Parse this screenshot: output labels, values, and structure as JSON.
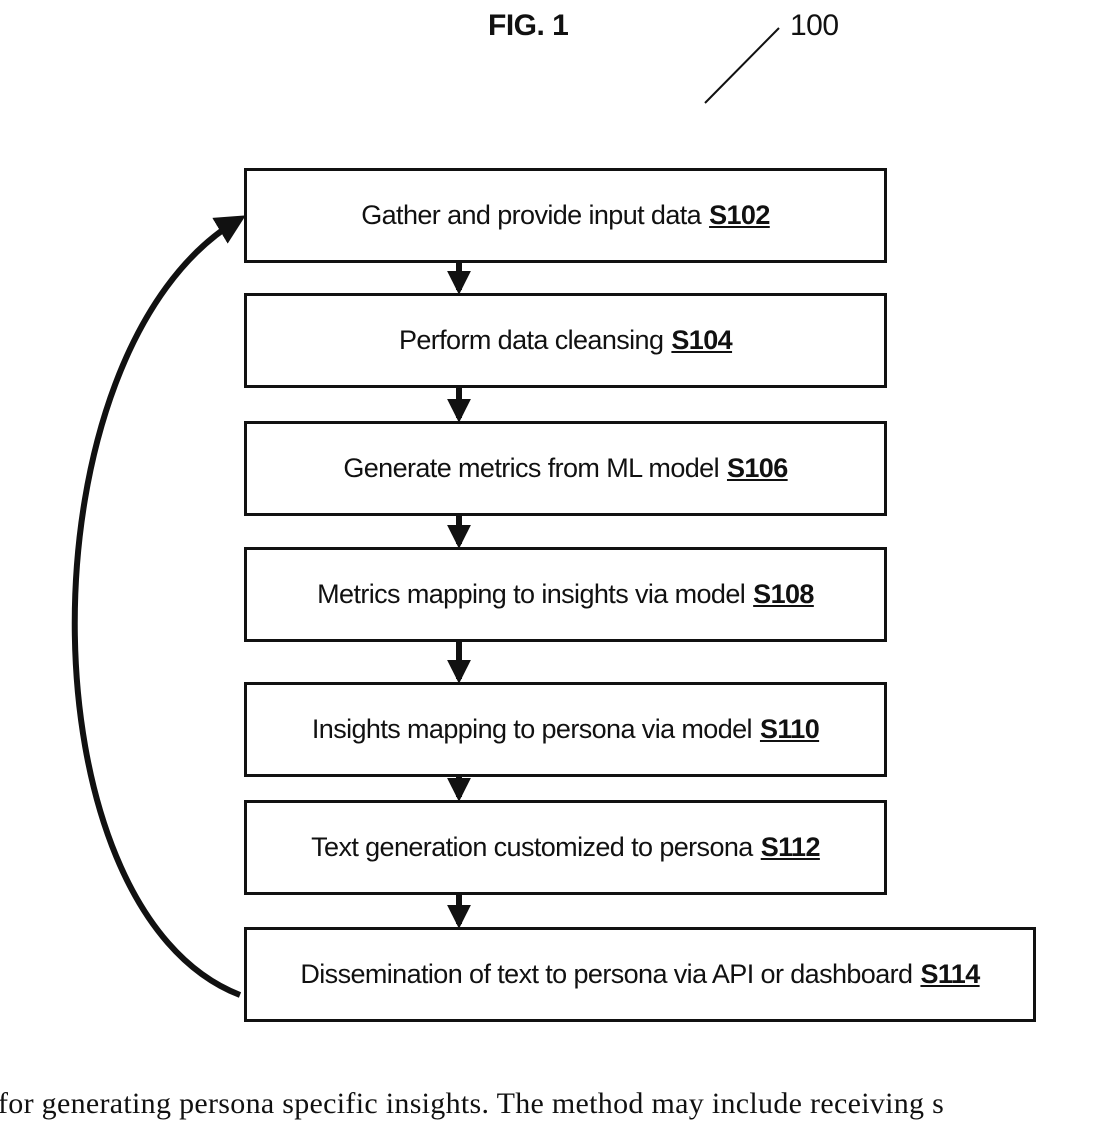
{
  "figure": {
    "title": "FIG. 1",
    "reference_number": "100"
  },
  "steps": [
    {
      "label": "Gather and provide input data",
      "code": "S102"
    },
    {
      "label": "Perform data cleansing",
      "code": "S104"
    },
    {
      "label": "Generate metrics from ML model",
      "code": "S106"
    },
    {
      "label": "Metrics mapping to insights via model",
      "code": "S108"
    },
    {
      "label": "Insights mapping to persona via model",
      "code": "S110"
    },
    {
      "label": "Text generation customized to persona",
      "code": "S112"
    },
    {
      "label": "Dissemination of text to persona via API or dashboard",
      "code": "S114"
    }
  ],
  "body_text": "for generating persona specific insights. The method may include receiving s",
  "colors": {
    "ink": "#111111",
    "background": "#ffffff"
  }
}
